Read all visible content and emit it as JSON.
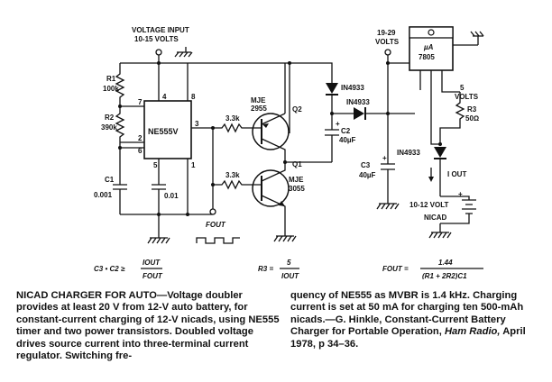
{
  "schematic": {
    "voltage_input": [
      "VOLTAGE INPUT",
      "10-15 VOLTS"
    ],
    "out_19_29": [
      "19-29",
      "VOLTS"
    ],
    "reg_label": [
      "µA",
      "7805"
    ],
    "out_5": [
      "5",
      "VOLTS"
    ],
    "r1": [
      "R1",
      "100k"
    ],
    "r2": [
      "R2",
      "390k"
    ],
    "c1": [
      "C1",
      "0.001"
    ],
    "c_001": "0.01",
    "ic": "NE555V",
    "pins": {
      "p4": "4",
      "p8": "8",
      "p7": "7",
      "p2": "2",
      "p6": "6",
      "p3": "3",
      "p5": "5",
      "p1": "1"
    },
    "r_3k3_top": "3.3k",
    "r_3k3_bot": "3.3k",
    "q2": [
      "MJE",
      "2955",
      "Q2"
    ],
    "q1": [
      "Q1",
      "MJE",
      "3055"
    ],
    "diode_top": "IN4933",
    "diode_mid": "IN4933",
    "diode_right": "IN4933",
    "c2": [
      "C2",
      "40µF"
    ],
    "c3": [
      "C3",
      "40µF"
    ],
    "r3": [
      "R3",
      "50Ω"
    ],
    "i_out": "I OUT",
    "battery": [
      "10-12 VOLT",
      "NICAD"
    ],
    "f_out": "FOUT",
    "eq_c": [
      "C3 • C2 ≥",
      "IOUT",
      "FOUT"
    ],
    "eq_r3": [
      "R3 =",
      "5",
      "IOUT"
    ],
    "eq_f": [
      "FOUT =",
      "1.44",
      "(R1 + 2R2)C1"
    ]
  },
  "caption": {
    "left": {
      "title": "NICAD CHARGER FOR AUTO—",
      "body": "Voltage doubler provides at least 20 V from 12-V auto battery, for constant-current charging of 12-V nicads, using NE555 timer and two power transistors. Doubled voltage drives source current into three-terminal current regulator. Switching fre-"
    },
    "right": {
      "body": "quency of NE555 as MVBR is 1.4 kHz. Charging current is set at 50 mA for charging ten 500-mAh nicads.—G. Hinkle, Constant-Current Battery Charger for Portable Operation, ",
      "journal": "Ham Radio,",
      "tail": " April 1978, p 34–36."
    }
  }
}
